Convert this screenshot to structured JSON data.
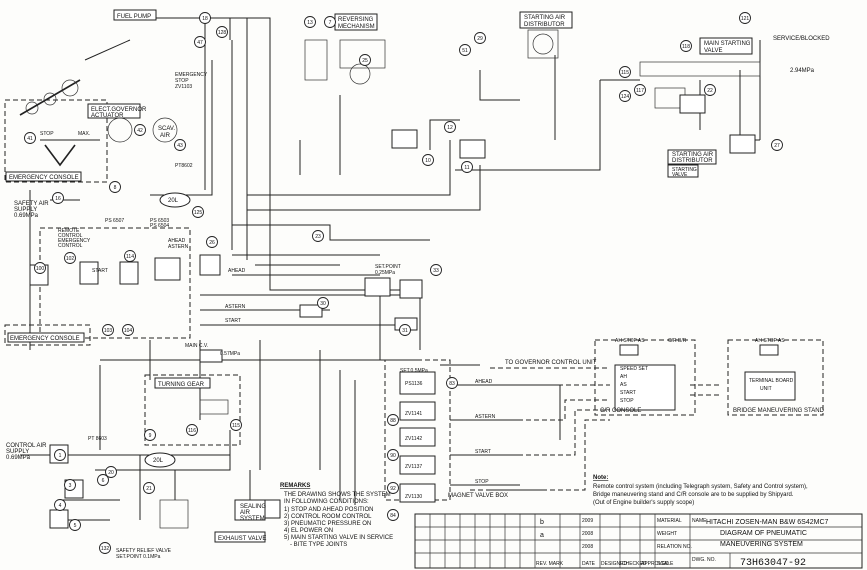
{
  "title_block": {
    "company": "HITACHI ZOSEN-MAN B&W 6S42MC7",
    "drawing_title_1": "DIAGRAM OF PNEUMATIC",
    "drawing_title_2": "MANEUVERING SYSTEM",
    "drawing_no": "73H63047-92",
    "col_material": "MATERIAL",
    "col_weight": "WEIGHT",
    "col_relation": "RELATION NO.",
    "col_dwg_no": "DWG. NO.",
    "col_name": "NAME",
    "col_scale": "SCALE",
    "rev_b": "b",
    "rev_a": "a",
    "rev_date_b": "2009",
    "rev_date_a": "2008",
    "rev_date_0": "2008",
    "label_rev": "REV. MARK",
    "label_date": "DATE",
    "label_designed": "DESIGNED",
    "label_checked": "CHECKED",
    "label_approved": "APPROVED"
  },
  "labels": {
    "fuel_pump": "FUEL PUMP",
    "reversing": "REVERSING",
    "mechanism": "MECHANISM",
    "starting_air_distributor_1": "STARTING AIR",
    "starting_air_distributor_2": "DISTRIBUTOR",
    "service_blocked": "SERVICE/BLOCKED",
    "main_starting_valve_1": "MAIN STARTING",
    "main_starting_valve_2": "VALVE",
    "pressure_294": "2.94MPa",
    "elect_governor_1": "ELECT.GOVERNOR",
    "elect_governor_2": "ACTUATOR",
    "emergency_console_top": "EMERGENCY CONSOLE",
    "scav_air_1": "SCAV.",
    "scav_air_2": "AIR",
    "safety_air_1": "SAFETY AIR",
    "safety_air_2": "SUPPLY",
    "safety_air_3": "0.69MPa",
    "remote_control_1": "REMOTE",
    "remote_control_2": "CONTROL",
    "remote_control_3": "EMERGENCY",
    "remote_control_4": "CONTROL",
    "ahead": "AHEAD",
    "astern": "ASTERN",
    "start": "START",
    "stop": "STOP",
    "max": "MAX.",
    "emergency_console_bottom": "EMERGENCY CONSOLE",
    "main_cv": "MAIN C.V.",
    "pressure_057": "0.57MPa",
    "turning_gear": "TURNING GEAR",
    "to_governor": "TO GOVERNOR CONTROL UNIT",
    "speed_set": "SPEED SET",
    "ah": "AH",
    "as": "AS",
    "start_sig": "START",
    "stop_sig": "STOP",
    "cr_console": "C/R CONSOLE",
    "terminal_board_1": "TERMINAL BOARD",
    "terminal_board_2": "UNIT",
    "bridge_stand": "BRIDGE MANEUVERING STAND",
    "ah_stop_as": "AH  STOP  AS",
    "cr_br": "C/R  B/R",
    "magnet_valve_box": "MAGNET VALVE BOX",
    "control_air_1": "CONTROL AIR",
    "control_air_2": "SUPPLY",
    "control_air_3": "0.69MPa",
    "sealing_air_1": "SEALING",
    "sealing_air_2": "AIR",
    "sealing_air_3": "SYSTEM",
    "exhaust_valve": "EXHAUST VALVE",
    "safety_relief_1": "SAFETY RELIEF VALVE",
    "safety_relief_2": "SET.POINT 0.1MPa",
    "starting_air_valve_1": "STARTING AIR",
    "starting_air_valve_2": "DISTRIBUTOR",
    "starting_valve_1": "STARTING",
    "starting_valve_2": "VALVE",
    "setpoint_1": "SET.POINT",
    "setpoint_2": "0.25MPa",
    "twenty_l_top": "20L",
    "twenty_l_bottom": "20L",
    "zv1": "SET.0.5MPa",
    "zv1b": "PS1136",
    "zv_ahead": "ZV1141",
    "zv_astern": "ZV1142",
    "zv_start": "ZV1137",
    "zv_stop": "ZV1130",
    "side_ahead": "AHEAD",
    "side_astern": "ASTERN",
    "side_start": "START",
    "side_stop": "STOP",
    "ps_6503": "PS 6503",
    "ps_6504": "PS 6504",
    "ps_6507": "PS 6507",
    "zv_1103": "ZV1103",
    "emergency_stop_1": "EMERGENCY",
    "emergency_stop_2": "STOP",
    "pt_8602": "PT8602",
    "pt_8603": "PT 8603"
  },
  "remarks": {
    "heading": "REMARKS",
    "intro_1": "THE DRAWING SHOWS THE SYSTEM",
    "intro_2": "IN FOLLOWING CONDITIONS:",
    "items": [
      "1) STOP AND AHEAD POSITION",
      "2) CONTROL ROOM CONTROL",
      "3) PNEUMATIC PRESSURE ON",
      "4) EL POWER ON",
      "5) MAIN STARTING VALVE IN SERVICE",
      "- BITE TYPE JOINTS"
    ]
  },
  "note": {
    "heading": "Note:",
    "line_1": "Remote control system (including Telegraph system, Safety and Control system),",
    "line_2": "Bridge maneuvering stand and C/R console are to be supplied by Shipyard.",
    "line_3": "(Out of Engine builder's supply scope)"
  },
  "balloons": [
    "18",
    "47",
    "128",
    "13",
    "7",
    "25",
    "51",
    "29",
    "121",
    "118",
    "115",
    "117",
    "124",
    "22",
    "27",
    "41",
    "42",
    "43",
    "16",
    "8",
    "125",
    "100",
    "102",
    "114",
    "26",
    "23",
    "33",
    "30",
    "31",
    "103",
    "104",
    "12",
    "11",
    "10",
    "83",
    "88",
    "90",
    "92",
    "84",
    "116",
    "115",
    "1",
    "6",
    "21",
    "20",
    "3",
    "4",
    "5",
    "132",
    "9"
  ]
}
